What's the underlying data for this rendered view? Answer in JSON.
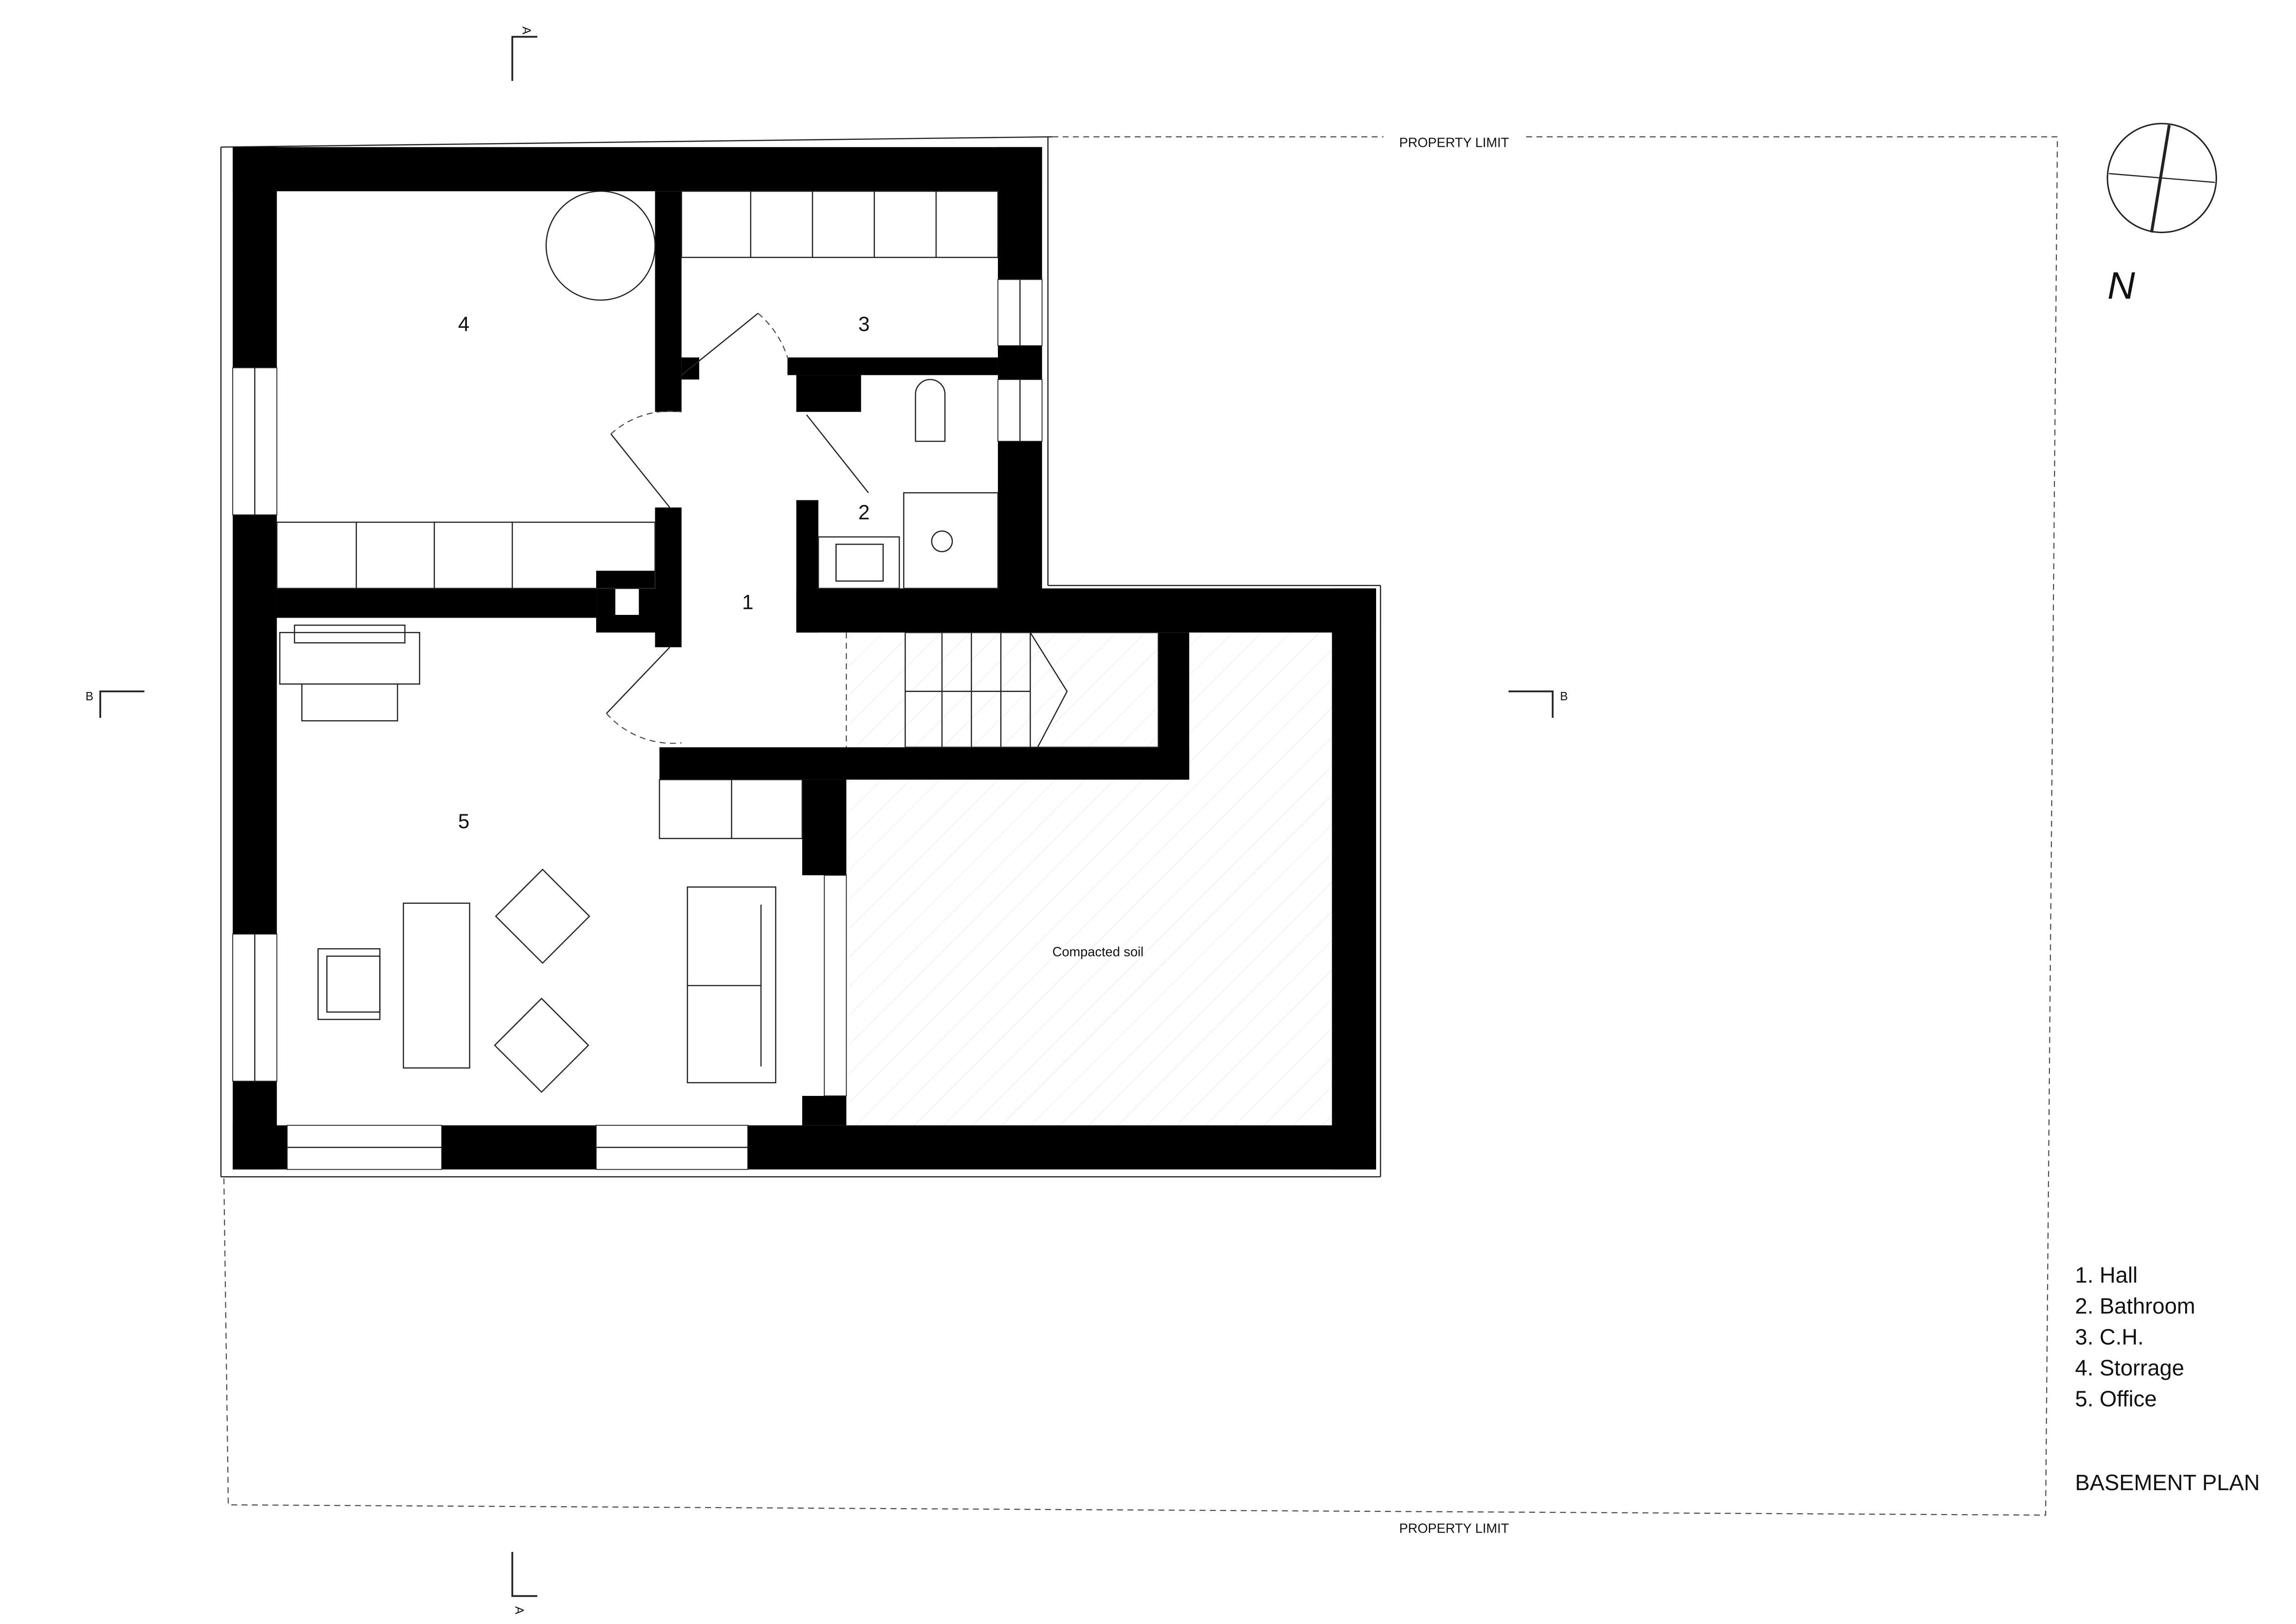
{
  "title": "BASEMENT PLAN",
  "property_limit_top": "PROPERTY LIMIT",
  "property_limit_bottom": "PROPERTY LIMIT",
  "north_label": "N",
  "section_marks": {
    "a_top": "A",
    "a_bottom": "A",
    "b_left": "B",
    "b_right": "B"
  },
  "rooms": {
    "r1": "1",
    "r2": "2",
    "r3": "3",
    "r4": "4",
    "r5": "5"
  },
  "compacted_soil": "Compacted soil",
  "legend": [
    "1. Hall",
    "2. Bathroom",
    "3. C.H.",
    "4. Storrage",
    "5. Office"
  ],
  "colors": {
    "wall": "#000000",
    "line": "#222222"
  }
}
